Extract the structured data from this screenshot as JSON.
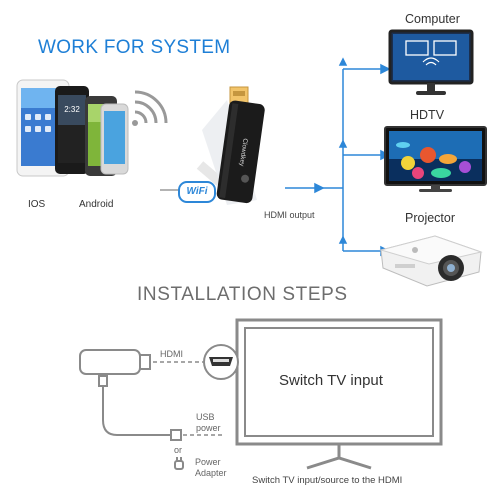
{
  "top": {
    "title": "WORK FOR SYSTEM",
    "phone_labels": [
      "IOS",
      "Android"
    ],
    "wifi_badge": "WiFi",
    "hdmi_output": "HDMI output",
    "dongle_brand": "Clowdkey",
    "destinations": [
      "Computer",
      "HDTV",
      "Projector"
    ]
  },
  "bottom": {
    "title": "INSTALLATION  STEPS",
    "hdmi_label": "HDMI",
    "usb_label": "USB power",
    "or_label": "or",
    "adapter_label": "Power Adapter",
    "tv_screen_text": "Switch TV input",
    "caption": "Switch TV input/source to the HDMI"
  },
  "colors": {
    "accent_blue": "#1e7fd6",
    "arrow_blue": "#2d87d8",
    "gray_line": "#8a8a8a"
  }
}
